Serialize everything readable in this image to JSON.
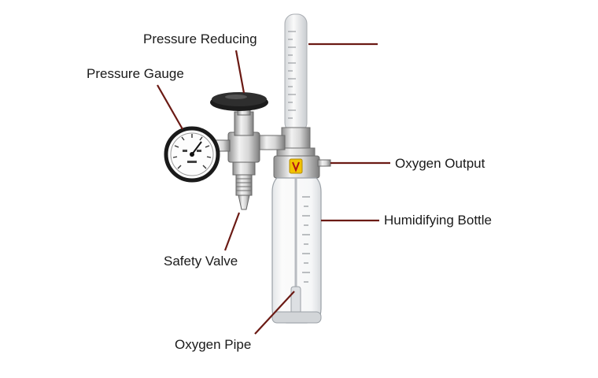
{
  "labels": {
    "pressure_reducing": "Pressure Reducing",
    "pressure_gauge": "Pressure Gauge",
    "oxygen_output": "Oxygen Output",
    "humidifying_bottle": "Humidifying Bottle",
    "safety_valve": "Safety Valve",
    "oxygen_pipe": "Oxygen Pipe"
  },
  "colors": {
    "leader_line": "#6b1a14",
    "badge": "#f2c200",
    "metal": "#c9c9c9",
    "knob": "#1c1c1c"
  }
}
